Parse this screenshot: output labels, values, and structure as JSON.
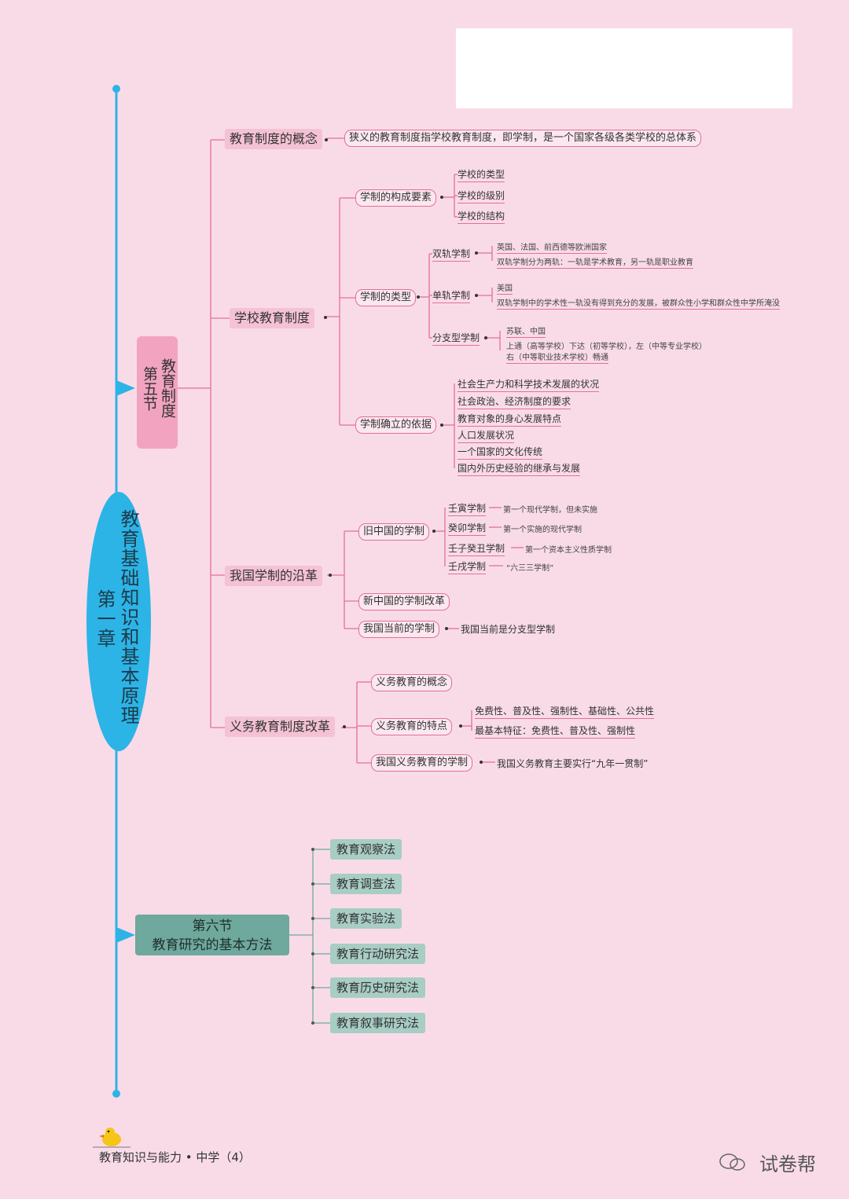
{
  "chapter": {
    "line1": "第一章",
    "line2": "教育基础知识和基本原理"
  },
  "section5": {
    "line1": "第五节",
    "line2": "教育制度"
  },
  "section6": {
    "line1": "第六节",
    "line2": "教育研究的基本方法"
  },
  "concept": {
    "label": "教育制度的概念",
    "definition": "狭义的教育制度指学校教育制度，即学制，是一个国家各级各类学校的总体系"
  },
  "school": {
    "label": "学校教育制度",
    "elements": {
      "label": "学制的构成要素",
      "items": [
        "学校的类型",
        "学校的级别",
        "学校的结构"
      ]
    },
    "types": {
      "label": "学制的类型",
      "dual": {
        "label": "双轨学制",
        "items": [
          "英国、法国、前西德等欧洲国家",
          "双轨学制分为两轨：一轨是学术教育，另一轨是职业教育"
        ]
      },
      "single": {
        "label": "单轨学制",
        "items": [
          "美国",
          "双轨学制中的学术性一轨没有得到充分的发展，被群众性小学和群众性中学所淹没"
        ]
      },
      "branch": {
        "label": "分支型学制",
        "items": [
          "苏联、中国",
          "上通（高等学校）下达（初等学校），左（中等专业学校）",
          "右（中等职业技术学校）畅通"
        ]
      }
    },
    "basis": {
      "label": "学制确立的依据",
      "items": [
        "社会生产力和科学技术发展的状况",
        "社会政治、经济制度的要求",
        "教育对象的身心发展特点",
        "人口发展状况",
        "一个国家的文化传统",
        "国内外历史经验的继承与发展"
      ]
    }
  },
  "evolution": {
    "label": "我国学制的沿革",
    "old": {
      "label": "旧中国的学制",
      "items": [
        {
          "name": "壬寅学制",
          "desc": "第一个现代学制，但未实施"
        },
        {
          "name": "癸卯学制",
          "desc": "第一个实施的现代学制"
        },
        {
          "name": "壬子癸丑学制",
          "desc": "第一个资本主义性质学制"
        },
        {
          "name": "壬戌学制",
          "desc": "“六三三学制”"
        }
      ]
    },
    "new": {
      "label": "新中国的学制改革"
    },
    "current": {
      "label": "我国当前的学制",
      "desc": "我国当前是分支型学制"
    }
  },
  "compulsory": {
    "label": "义务教育制度改革",
    "concept": {
      "label": "义务教育的概念"
    },
    "features": {
      "label": "义务教育的特点",
      "items": [
        "免费性、普及性、强制性、基础性、公共性",
        "最基本特征：免费性、普及性、强制性"
      ]
    },
    "system": {
      "label": "我国义务教育的学制",
      "desc": "我国义务教育主要实行“九年一贯制”"
    }
  },
  "methods": [
    "教育观察法",
    "教育调查法",
    "教育实验法",
    "教育行动研究法",
    "教育历史研究法",
    "教育叙事研究法"
  ],
  "footer": "教育知识与能力 • 中学（4）",
  "watermark": "试卷帮",
  "colors": {
    "background": "#f9dbe8",
    "spine": "#2cb4e6",
    "pink": "#e56f95",
    "teal": "#6fa89d"
  }
}
